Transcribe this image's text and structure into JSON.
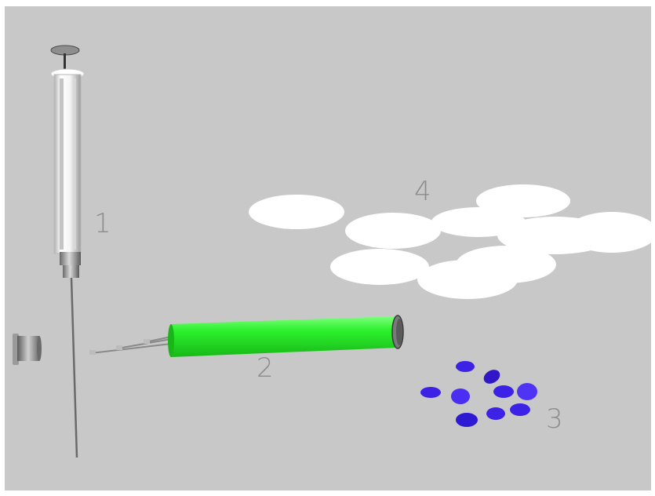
{
  "labels": {
    "syringe": "1",
    "green_cylinder": "2",
    "blue_pellets": "3",
    "white_discs": "4"
  },
  "colors": {
    "background": "#c8c8c8",
    "frame": "#ffffff",
    "label": "#8c8c8c",
    "green": "#22ee22",
    "blue": "#3b22e6",
    "disc_white": "#ffffff",
    "metal": "#8a8a8a"
  },
  "objects": [
    {
      "name": "syringe",
      "icon": "syringe-icon"
    },
    {
      "name": "cap",
      "icon": "cap-icon"
    },
    {
      "name": "green-cylinder-with-needles",
      "icon": "green-cylinder-icon"
    },
    {
      "name": "blue-pellets",
      "icon": "pellet-icon"
    },
    {
      "name": "white-discs",
      "icon": "disc-icon"
    }
  ]
}
